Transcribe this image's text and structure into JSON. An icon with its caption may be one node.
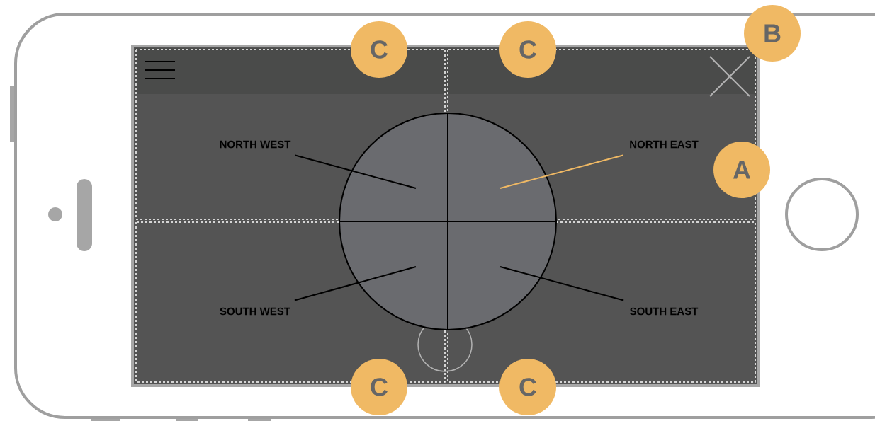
{
  "diagram": {
    "nodes": [
      {
        "text": [
          "NORTH WEST"
        ]
      },
      {
        "text": [
          "NORTH EAST"
        ]
      },
      {
        "text": [
          "SOUTH WEST"
        ]
      },
      {
        "text": [
          "SOUTH EAST"
        ]
      },
      {
        "text": [
          "A"
        ]
      },
      {
        "text": [
          "B"
        ]
      },
      {
        "text": [
          "C"
        ]
      },
      {
        "text": [
          "C"
        ]
      },
      {
        "text": [
          "C"
        ]
      },
      {
        "text": [
          "C"
        ]
      }
    ],
    "edges": [
      {
        "from": 0,
        "to": null,
        "arrow": "none"
      },
      {
        "from": 1,
        "to": null,
        "arrow": "none",
        "color": "#f0b964"
      },
      {
        "from": 2,
        "to": null,
        "arrow": "none"
      },
      {
        "from": 3,
        "to": null,
        "arrow": "none"
      }
    ]
  }
}
